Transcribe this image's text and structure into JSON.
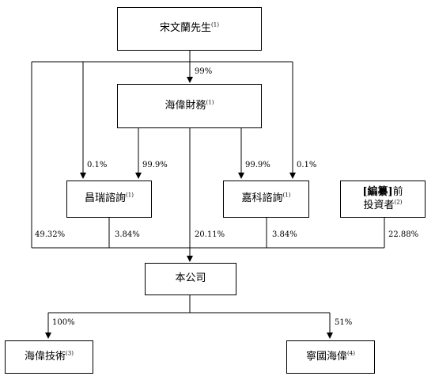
{
  "entities": {
    "song": {
      "name": "宋文蘭先生",
      "note": "(1)"
    },
    "haiwei_finance": {
      "name": "海偉財務",
      "note": "(1)"
    },
    "changrui": {
      "name": "昌瑞諮詢",
      "note": "(1)"
    },
    "jiake": {
      "name": "嘉科諮詢",
      "note": "(1)"
    },
    "preipo": {
      "bracket_open": "[",
      "redacted": "編纂",
      "bracket_close": "]",
      "line1_suffix": "前",
      "line2": "投資者",
      "note": "(2)"
    },
    "company": {
      "name": "本公司"
    },
    "haiwei_tech": {
      "name": "海偉技術",
      "note": "(3)"
    },
    "ningguo": {
      "name": "寧國海偉",
      "note": "(4)"
    }
  },
  "percentages": {
    "song_to_finance": "99%",
    "song_to_changrui": "0.1%",
    "finance_to_changrui": "99.9%",
    "finance_to_jiake": "99.9%",
    "song_to_jiake": "0.1%",
    "song_to_company": "49.32%",
    "changrui_to_company": "3.84%",
    "finance_to_company": "20.11%",
    "jiake_to_company": "3.84%",
    "preipo_to_company": "22.88%",
    "company_to_tech": "100%",
    "company_to_ningguo": "51%"
  }
}
